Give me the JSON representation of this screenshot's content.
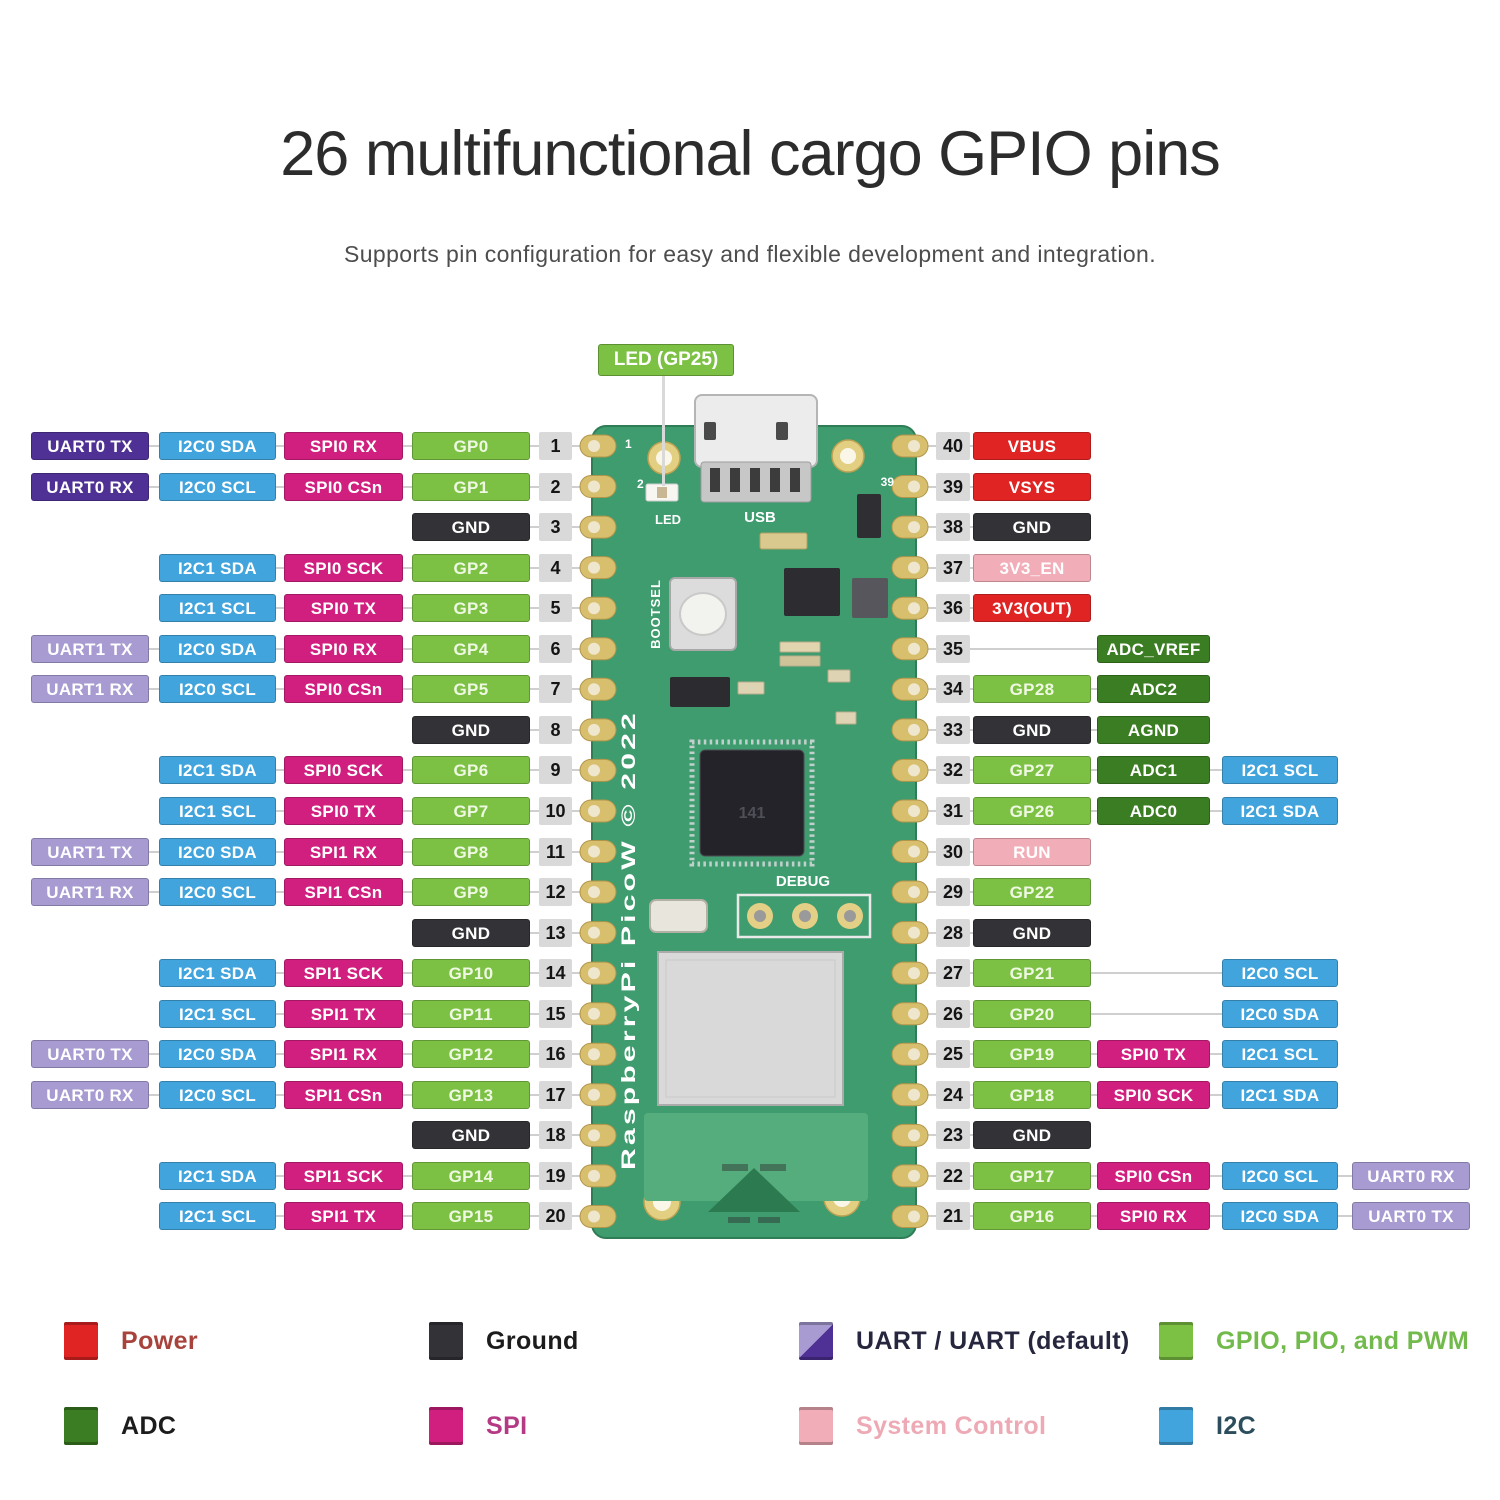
{
  "title": "26 multifunctional cargo GPIO pins",
  "subtitle": "Supports pin configuration for easy and flexible development and integration.",
  "led_callout": "LED (GP25)",
  "board_silk": {
    "led": "LED",
    "usb": "USB",
    "bootsel": "BOOTSEL",
    "debug": "DEBUG",
    "copyright": "RaspberryPi PicoW © 2022",
    "chip_marking": "141",
    "pin1": "1",
    "pin2": "2",
    "pin39": "39"
  },
  "colors": {
    "power": "#df2423",
    "ground": "#333237",
    "uart_default": "#4f3195",
    "uart": "#a79bd2",
    "i2c": "#42a4dc",
    "spi": "#d01f7e",
    "gpio": "#7cc143",
    "adc": "#3a7d22",
    "system_control": "#f2aeb8",
    "pin_badge_bg": "#d9d9d9",
    "pcb": "#3f9c6f"
  },
  "left_pins": [
    {
      "pin": "1",
      "labels": [
        {
          "text": "UART0 TX",
          "type": "uart_default",
          "col": 0
        },
        {
          "text": "I2C0 SDA",
          "type": "i2c",
          "col": 1
        },
        {
          "text": "SPI0 RX",
          "type": "spi",
          "col": 2
        },
        {
          "text": "GP0",
          "type": "gpio",
          "col": 3
        }
      ]
    },
    {
      "pin": "2",
      "labels": [
        {
          "text": "UART0 RX",
          "type": "uart_default",
          "col": 0
        },
        {
          "text": "I2C0 SCL",
          "type": "i2c",
          "col": 1
        },
        {
          "text": "SPI0 CSn",
          "type": "spi",
          "col": 2
        },
        {
          "text": "GP1",
          "type": "gpio",
          "col": 3
        }
      ]
    },
    {
      "pin": "3",
      "labels": [
        {
          "text": "GND",
          "type": "gnd",
          "col": 3
        }
      ]
    },
    {
      "pin": "4",
      "labels": [
        {
          "text": "I2C1 SDA",
          "type": "i2c",
          "col": 1
        },
        {
          "text": "SPI0 SCK",
          "type": "spi",
          "col": 2
        },
        {
          "text": "GP2",
          "type": "gpio",
          "col": 3
        }
      ]
    },
    {
      "pin": "5",
      "labels": [
        {
          "text": "I2C1 SCL",
          "type": "i2c",
          "col": 1
        },
        {
          "text": "SPI0 TX",
          "type": "spi",
          "col": 2
        },
        {
          "text": "GP3",
          "type": "gpio",
          "col": 3
        }
      ]
    },
    {
      "pin": "6",
      "labels": [
        {
          "text": "UART1 TX",
          "type": "uart",
          "col": 0
        },
        {
          "text": "I2C0 SDA",
          "type": "i2c",
          "col": 1
        },
        {
          "text": "SPI0 RX",
          "type": "spi",
          "col": 2
        },
        {
          "text": "GP4",
          "type": "gpio",
          "col": 3
        }
      ]
    },
    {
      "pin": "7",
      "labels": [
        {
          "text": "UART1 RX",
          "type": "uart",
          "col": 0
        },
        {
          "text": "I2C0 SCL",
          "type": "i2c",
          "col": 1
        },
        {
          "text": "SPI0 CSn",
          "type": "spi",
          "col": 2
        },
        {
          "text": "GP5",
          "type": "gpio",
          "col": 3
        }
      ]
    },
    {
      "pin": "8",
      "labels": [
        {
          "text": "GND",
          "type": "gnd",
          "col": 3
        }
      ]
    },
    {
      "pin": "9",
      "labels": [
        {
          "text": "I2C1 SDA",
          "type": "i2c",
          "col": 1
        },
        {
          "text": "SPI0 SCK",
          "type": "spi",
          "col": 2
        },
        {
          "text": "GP6",
          "type": "gpio",
          "col": 3
        }
      ]
    },
    {
      "pin": "10",
      "labels": [
        {
          "text": "I2C1 SCL",
          "type": "i2c",
          "col": 1
        },
        {
          "text": "SPI0 TX",
          "type": "spi",
          "col": 2
        },
        {
          "text": "GP7",
          "type": "gpio",
          "col": 3
        }
      ]
    },
    {
      "pin": "11",
      "labels": [
        {
          "text": "UART1 TX",
          "type": "uart",
          "col": 0
        },
        {
          "text": "I2C0 SDA",
          "type": "i2c",
          "col": 1
        },
        {
          "text": "SPI1 RX",
          "type": "spi",
          "col": 2
        },
        {
          "text": "GP8",
          "type": "gpio",
          "col": 3
        }
      ]
    },
    {
      "pin": "12",
      "labels": [
        {
          "text": "UART1 RX",
          "type": "uart",
          "col": 0
        },
        {
          "text": "I2C0 SCL",
          "type": "i2c",
          "col": 1
        },
        {
          "text": "SPI1 CSn",
          "type": "spi",
          "col": 2
        },
        {
          "text": "GP9",
          "type": "gpio",
          "col": 3
        }
      ]
    },
    {
      "pin": "13",
      "labels": [
        {
          "text": "GND",
          "type": "gnd",
          "col": 3
        }
      ]
    },
    {
      "pin": "14",
      "labels": [
        {
          "text": "I2C1 SDA",
          "type": "i2c",
          "col": 1
        },
        {
          "text": "SPI1 SCK",
          "type": "spi",
          "col": 2
        },
        {
          "text": "GP10",
          "type": "gpio",
          "col": 3
        }
      ]
    },
    {
      "pin": "15",
      "labels": [
        {
          "text": "I2C1 SCL",
          "type": "i2c",
          "col": 1
        },
        {
          "text": "SPI1 TX",
          "type": "spi",
          "col": 2
        },
        {
          "text": "GP11",
          "type": "gpio",
          "col": 3
        }
      ]
    },
    {
      "pin": "16",
      "labels": [
        {
          "text": "UART0 TX",
          "type": "uart",
          "col": 0
        },
        {
          "text": "I2C0 SDA",
          "type": "i2c",
          "col": 1
        },
        {
          "text": "SPI1 RX",
          "type": "spi",
          "col": 2
        },
        {
          "text": "GP12",
          "type": "gpio",
          "col": 3
        }
      ]
    },
    {
      "pin": "17",
      "labels": [
        {
          "text": "UART0 RX",
          "type": "uart",
          "col": 0
        },
        {
          "text": "I2C0 SCL",
          "type": "i2c",
          "col": 1
        },
        {
          "text": "SPI1 CSn",
          "type": "spi",
          "col": 2
        },
        {
          "text": "GP13",
          "type": "gpio",
          "col": 3
        }
      ]
    },
    {
      "pin": "18",
      "labels": [
        {
          "text": "GND",
          "type": "gnd",
          "col": 3
        }
      ]
    },
    {
      "pin": "19",
      "labels": [
        {
          "text": "I2C1 SDA",
          "type": "i2c",
          "col": 1
        },
        {
          "text": "SPI1 SCK",
          "type": "spi",
          "col": 2
        },
        {
          "text": "GP14",
          "type": "gpio",
          "col": 3
        }
      ]
    },
    {
      "pin": "20",
      "labels": [
        {
          "text": "I2C1 SCL",
          "type": "i2c",
          "col": 1
        },
        {
          "text": "SPI1 TX",
          "type": "spi",
          "col": 2
        },
        {
          "text": "GP15",
          "type": "gpio",
          "col": 3
        }
      ]
    }
  ],
  "right_pins": [
    {
      "pin": "40",
      "labels": [
        {
          "text": "VBUS",
          "type": "power",
          "col": 0
        }
      ]
    },
    {
      "pin": "39",
      "labels": [
        {
          "text": "VSYS",
          "type": "power",
          "col": 0
        }
      ]
    },
    {
      "pin": "38",
      "labels": [
        {
          "text": "GND",
          "type": "gnd",
          "col": 0
        }
      ]
    },
    {
      "pin": "37",
      "labels": [
        {
          "text": "3V3_EN",
          "type": "sysctl",
          "col": 0
        }
      ]
    },
    {
      "pin": "36",
      "labels": [
        {
          "text": "3V3(OUT)",
          "type": "power",
          "col": 0
        }
      ]
    },
    {
      "pin": "35",
      "labels": [
        {
          "text": "ADC_VREF",
          "type": "adc",
          "col": 1
        }
      ]
    },
    {
      "pin": "34",
      "labels": [
        {
          "text": "GP28",
          "type": "gpio",
          "col": 0
        },
        {
          "text": "ADC2",
          "type": "adc",
          "col": 1
        }
      ]
    },
    {
      "pin": "33",
      "labels": [
        {
          "text": "GND",
          "type": "gnd",
          "col": 0
        },
        {
          "text": "AGND",
          "type": "adc",
          "col": 1
        }
      ]
    },
    {
      "pin": "32",
      "labels": [
        {
          "text": "GP27",
          "type": "gpio",
          "col": 0
        },
        {
          "text": "ADC1",
          "type": "adc",
          "col": 1
        },
        {
          "text": "I2C1 SCL",
          "type": "i2c",
          "col": 2
        }
      ]
    },
    {
      "pin": "31",
      "labels": [
        {
          "text": "GP26",
          "type": "gpio",
          "col": 0
        },
        {
          "text": "ADC0",
          "type": "adc",
          "col": 1
        },
        {
          "text": "I2C1 SDA",
          "type": "i2c",
          "col": 2
        }
      ]
    },
    {
      "pin": "30",
      "labels": [
        {
          "text": "RUN",
          "type": "sysctl",
          "col": 0
        }
      ]
    },
    {
      "pin": "29",
      "labels": [
        {
          "text": "GP22",
          "type": "gpio",
          "col": 0
        }
      ]
    },
    {
      "pin": "28",
      "labels": [
        {
          "text": "GND",
          "type": "gnd",
          "col": 0
        }
      ]
    },
    {
      "pin": "27",
      "labels": [
        {
          "text": "GP21",
          "type": "gpio",
          "col": 0
        },
        {
          "text": "I2C0 SCL",
          "type": "i2c",
          "col": 2
        }
      ]
    },
    {
      "pin": "26",
      "labels": [
        {
          "text": "GP20",
          "type": "gpio",
          "col": 0
        },
        {
          "text": "I2C0 SDA",
          "type": "i2c",
          "col": 2
        }
      ]
    },
    {
      "pin": "25",
      "labels": [
        {
          "text": "GP19",
          "type": "gpio",
          "col": 0
        },
        {
          "text": "SPI0 TX",
          "type": "spi",
          "col": 1
        },
        {
          "text": "I2C1 SCL",
          "type": "i2c",
          "col": 2
        }
      ]
    },
    {
      "pin": "24",
      "labels": [
        {
          "text": "GP18",
          "type": "gpio",
          "col": 0
        },
        {
          "text": "SPI0 SCK",
          "type": "spi",
          "col": 1
        },
        {
          "text": "I2C1 SDA",
          "type": "i2c",
          "col": 2
        }
      ]
    },
    {
      "pin": "23",
      "labels": [
        {
          "text": "GND",
          "type": "gnd",
          "col": 0
        }
      ]
    },
    {
      "pin": "22",
      "labels": [
        {
          "text": "GP17",
          "type": "gpio",
          "col": 0
        },
        {
          "text": "SPI0 CSn",
          "type": "spi",
          "col": 1
        },
        {
          "text": "I2C0 SCL",
          "type": "i2c",
          "col": 2
        },
        {
          "text": "UART0 RX",
          "type": "uart",
          "col": 3
        }
      ]
    },
    {
      "pin": "21",
      "labels": [
        {
          "text": "GP16",
          "type": "gpio",
          "col": 0
        },
        {
          "text": "SPI0 RX",
          "type": "spi",
          "col": 1
        },
        {
          "text": "I2C0 SDA",
          "type": "i2c",
          "col": 2
        },
        {
          "text": "UART0 TX",
          "type": "uart",
          "col": 3
        }
      ]
    }
  ],
  "legend": {
    "rows": [
      [
        {
          "label": "Power",
          "type": "power"
        },
        {
          "label": "Ground",
          "type": "ground"
        },
        {
          "label": "UART / UART (default)",
          "type": "uart_split"
        },
        {
          "label": "GPIO, PIO, and PWM",
          "type": "gpio"
        }
      ],
      [
        {
          "label": "ADC",
          "type": "adc"
        },
        {
          "label": "SPI",
          "type": "spi"
        },
        {
          "label": "System Control",
          "type": "system_control"
        },
        {
          "label": "I2C",
          "type": "i2c"
        }
      ]
    ]
  }
}
